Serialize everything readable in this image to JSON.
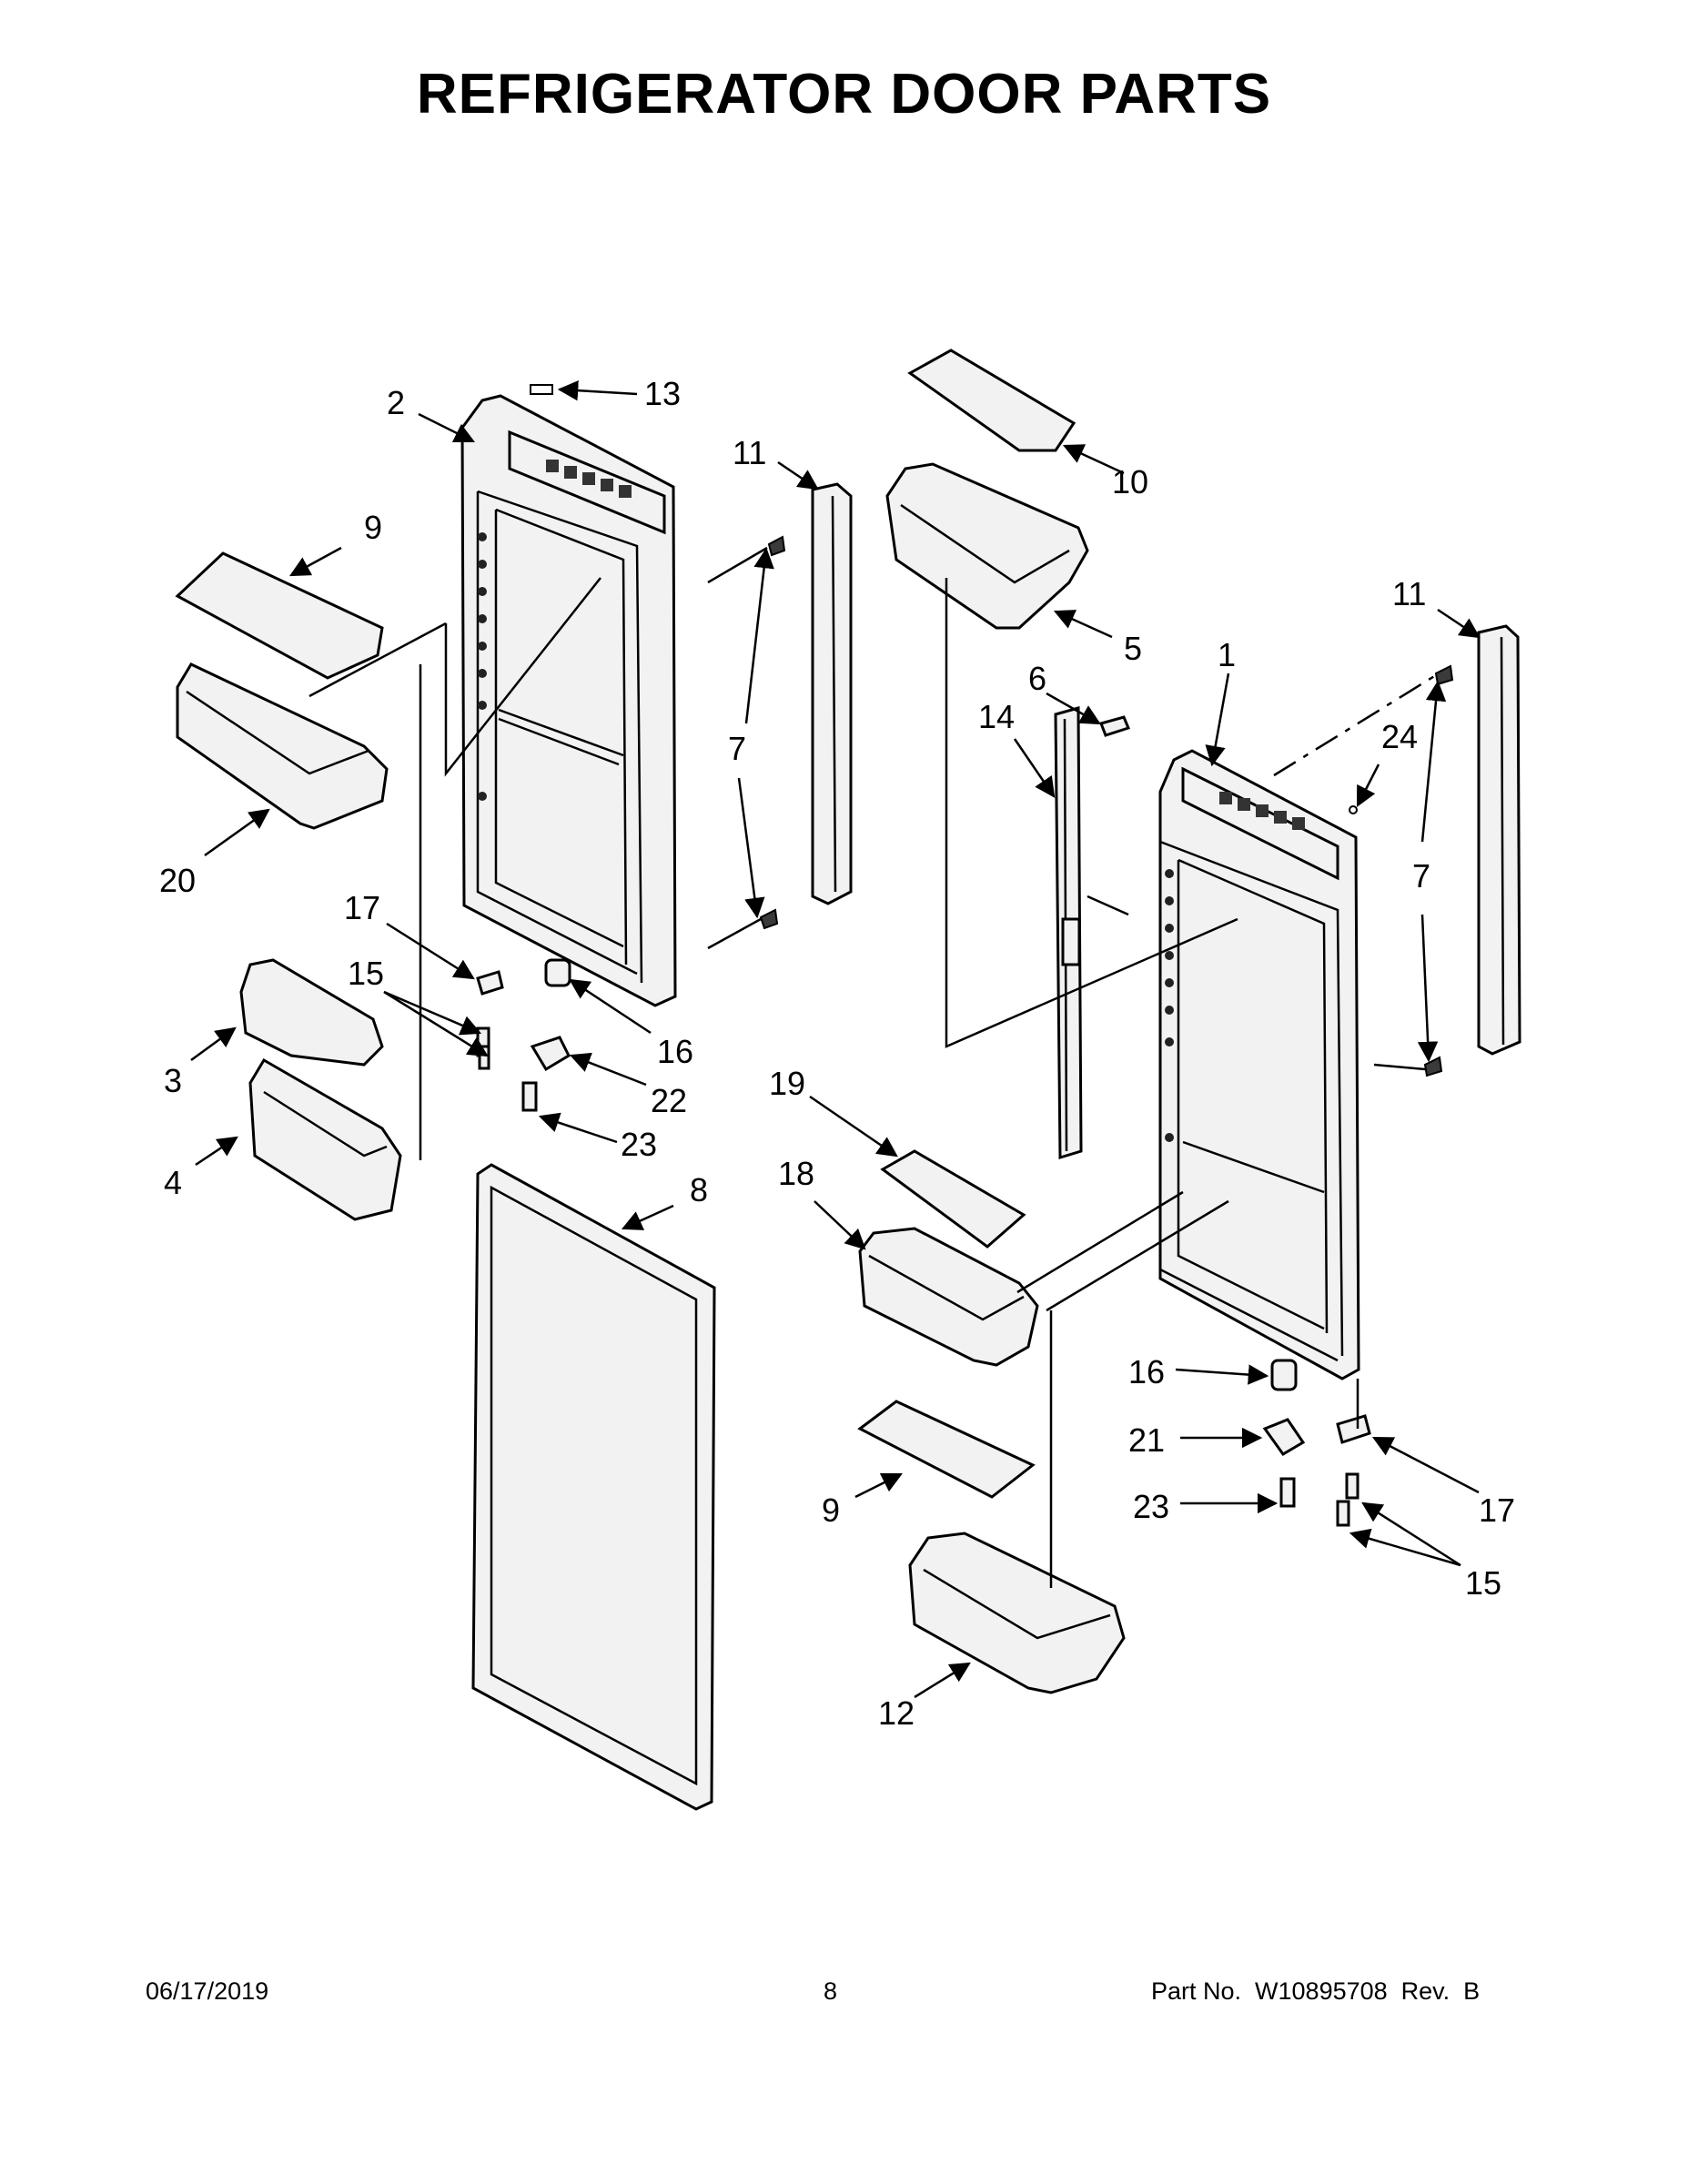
{
  "title": "REFRIGERATOR DOOR PARTS",
  "callouts": {
    "c1": "1",
    "c2": "2",
    "c3": "3",
    "c4": "4",
    "c5": "5",
    "c6": "6",
    "c7a": "7",
    "c7b": "7",
    "c8": "8",
    "c9a": "9",
    "c9b": "9",
    "c10": "10",
    "c11a": "11",
    "c11b": "11",
    "c12": "12",
    "c13": "13",
    "c14": "14",
    "c15a": "15",
    "c15b": "15",
    "c16a": "16",
    "c16b": "16",
    "c17a": "17",
    "c17b": "17",
    "c18": "18",
    "c19": "19",
    "c20": "20",
    "c21": "21",
    "c22": "22",
    "c23a": "23",
    "c23b": "23",
    "c24": "24"
  },
  "footer": {
    "date": "06/17/2019",
    "page": "8",
    "part_number": "Part No.  W10895708  Rev.  B"
  }
}
